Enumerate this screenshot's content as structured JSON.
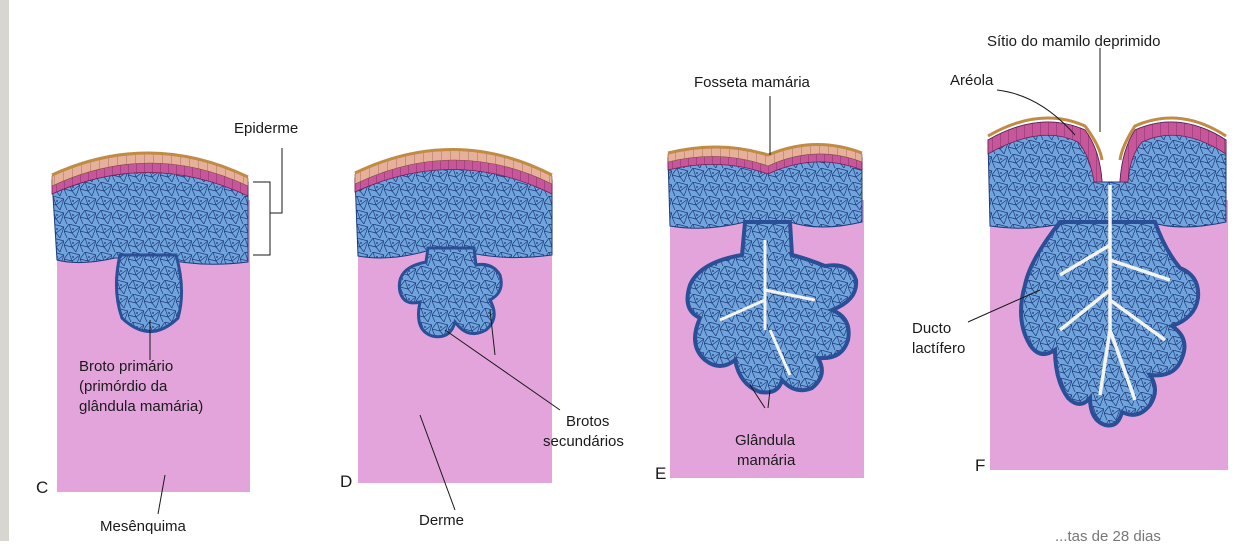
{
  "colors": {
    "mesenchyme": "#e3a4dc",
    "epithelium": "#6fa4dc",
    "epithelium_dark": "#2b4f97",
    "basal_layer": "#c7569a",
    "surface_layer": "#e7b09b",
    "keratin": "#c08b43",
    "cell_line": "#1e3a7a",
    "lumen": "#f4f4ee"
  },
  "panels": [
    {
      "letter": "C",
      "stage": "primary-bud"
    },
    {
      "letter": "D",
      "stage": "secondary-buds"
    },
    {
      "letter": "E",
      "stage": "mammary-glands"
    },
    {
      "letter": "F",
      "stage": "lactiferous-ducts"
    }
  ],
  "labels": {
    "epiderme": "Epiderme",
    "broto_primario_1": "Broto primário",
    "broto_primario_2": "(primórdio da",
    "broto_primario_3": "glândula mamária)",
    "mesenquima": "Mesênquima",
    "derme": "Derme",
    "brotos_secundarios_1": "Brotos",
    "brotos_secundarios_2": "secundários",
    "fosseta_mamaria": "Fosseta mamária",
    "glandula_mamaria_1": "Glândula",
    "glandula_mamaria_2": "mamária",
    "sitio_mamilo": "Sítio do mamilo deprimido",
    "areola": "Aréola",
    "ducto_1": "Ducto",
    "ducto_2": "lactífero",
    "bottom_cut": "...tas de 28 dias"
  }
}
